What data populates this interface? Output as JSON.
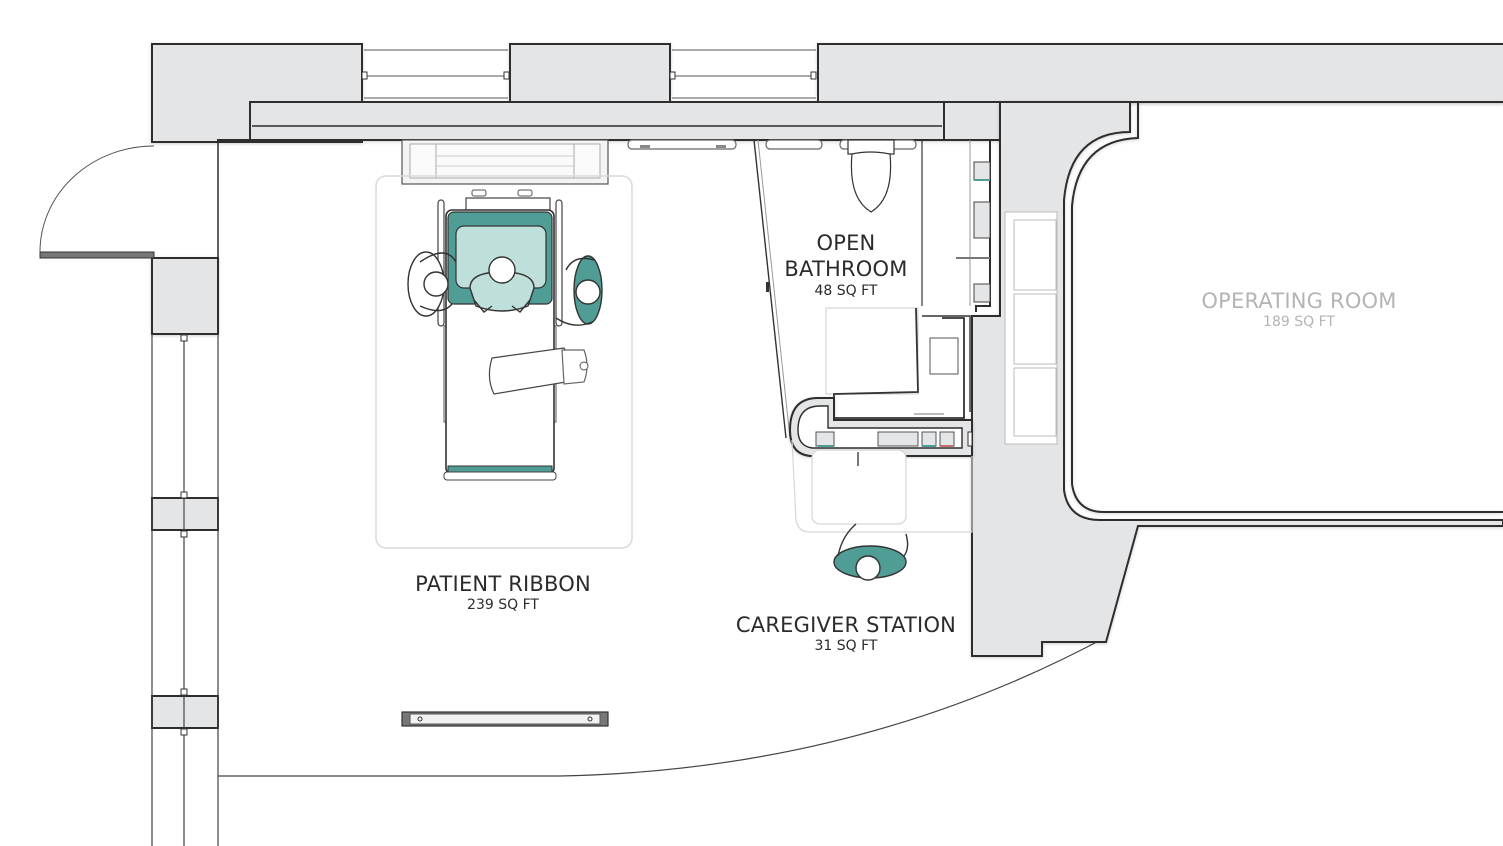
{
  "rooms": {
    "patient_ribbon": {
      "name": "PATIENT RIBBON",
      "area": "239 SQ FT"
    },
    "open_bathroom": {
      "name_line1": "OPEN",
      "name_line2": "BATHROOM",
      "area": "48 SQ FT"
    },
    "operating_room": {
      "name": "OPERATING ROOM",
      "area": "189 SQ FT"
    },
    "caregiver_station": {
      "name": "CAREGIVER STATION",
      "area": "31 SQ FT"
    }
  },
  "colors": {
    "wall_fill": "#e4e5e6",
    "wall_stroke": "#2d2d2d",
    "accent_teal": "#4f9d94",
    "accent_teal_light": "#bfe0da",
    "line_light": "#bdbdbd",
    "muted_label": "#b4b4b4"
  }
}
